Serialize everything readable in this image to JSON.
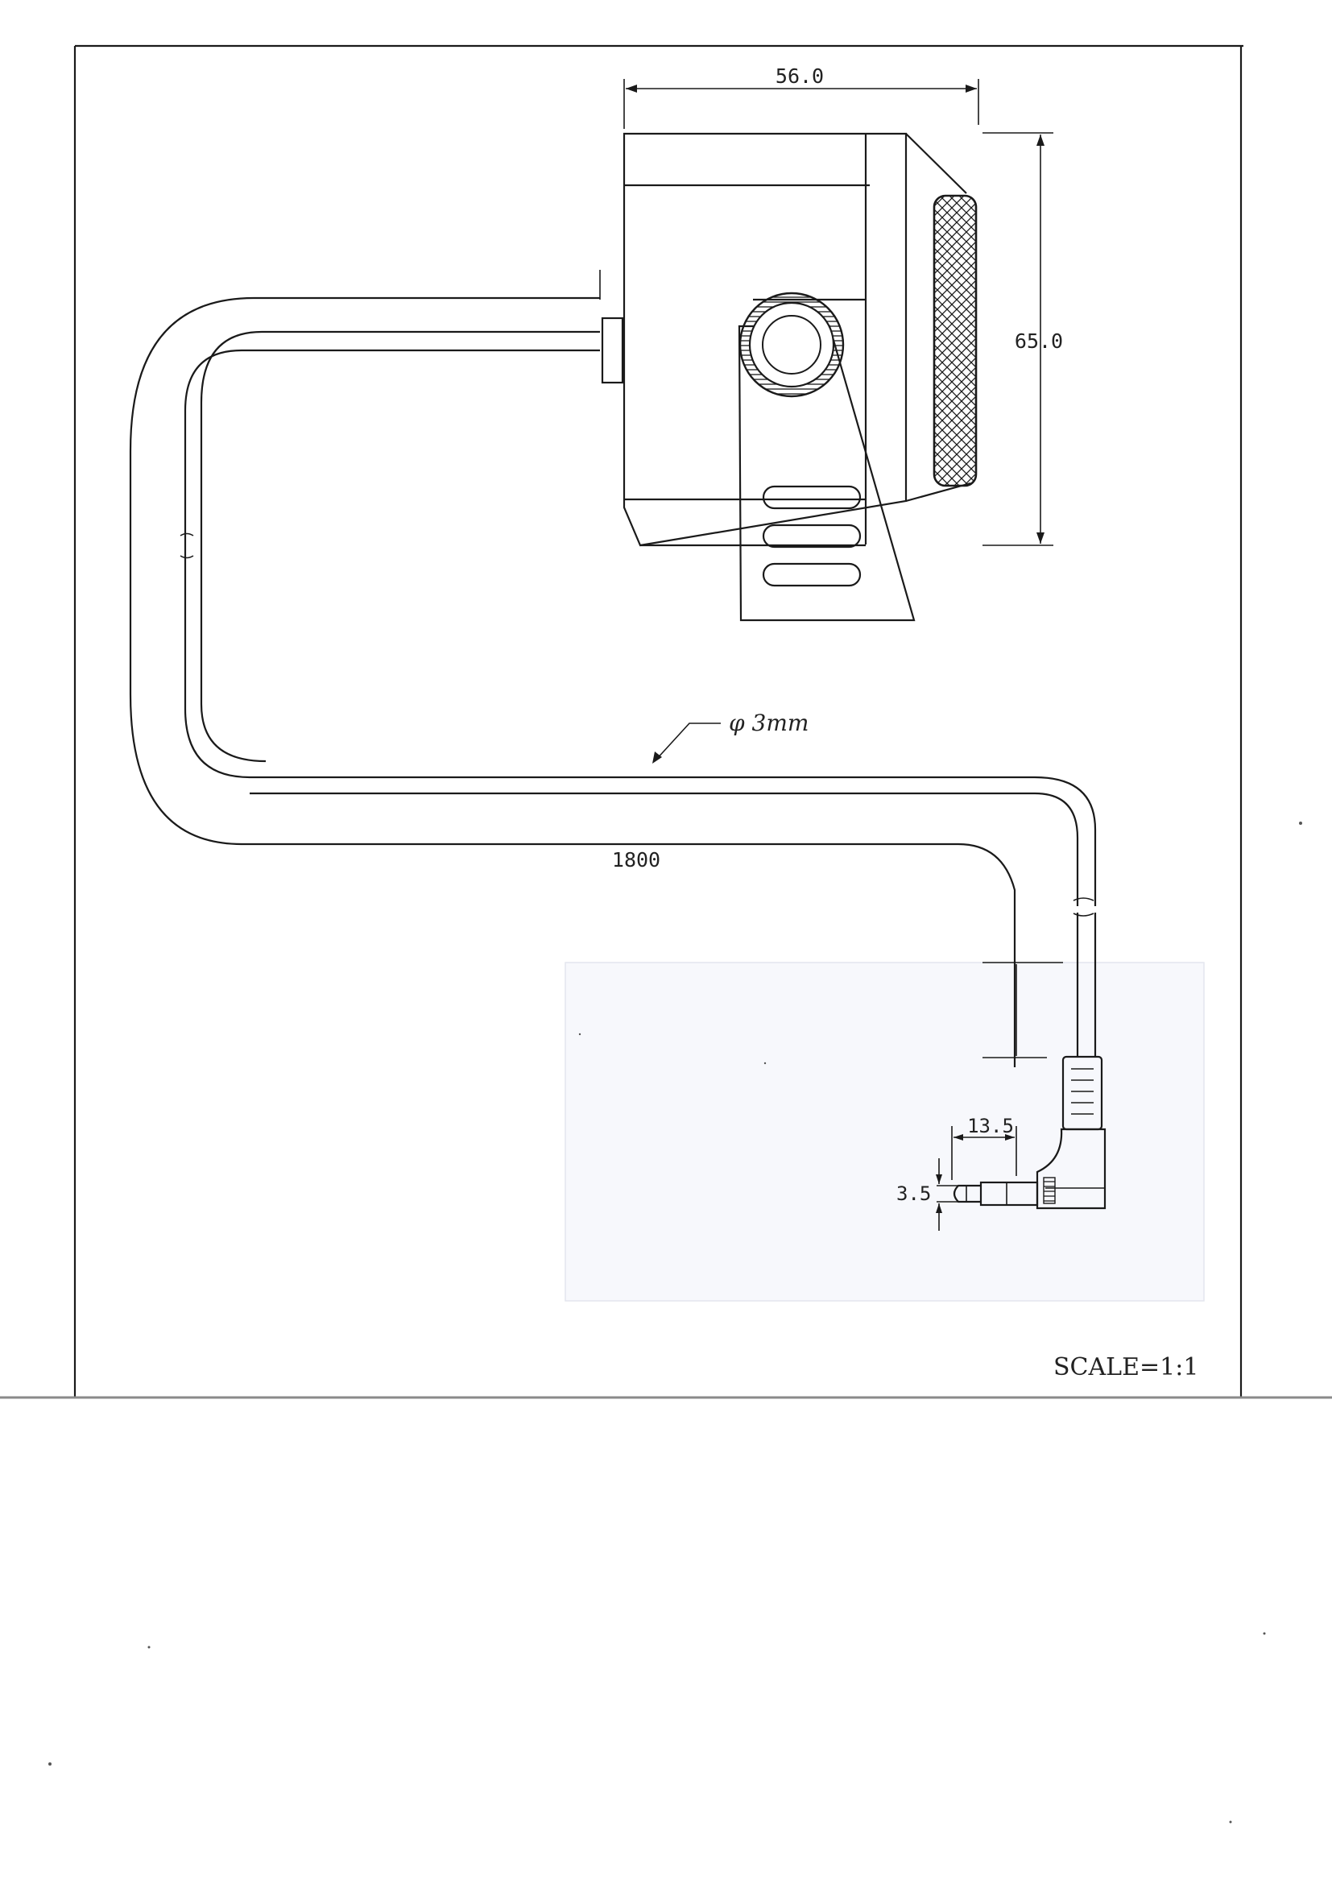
{
  "drawing": {
    "dimensions": {
      "width": "56.0",
      "height": "65.0",
      "cable_length": "1800",
      "cable_diameter": "φ 3mm",
      "plug_length": "13.5",
      "plug_diameter": "3.5"
    },
    "scale": "SCALE=1:1"
  },
  "colors": {
    "ink": "#1a1a1a",
    "paper": "#ffffff"
  }
}
